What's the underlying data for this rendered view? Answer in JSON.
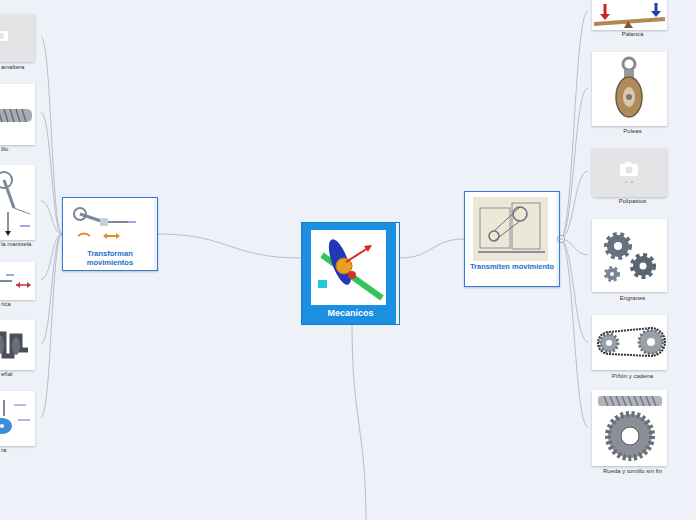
{
  "diagram": {
    "nodes": [
      {
        "text": [
          "Mecanicos"
        ]
      },
      {
        "text": [
          "Transforman movimientos"
        ]
      },
      {
        "text": [
          "Transmiten movimiento"
        ]
      },
      {
        "text": [
          "Palanca"
        ]
      },
      {
        "text": [
          "Poleas"
        ]
      },
      {
        "text": [
          "Polipastos"
        ]
      },
      {
        "text": [
          "Engranes"
        ]
      },
      {
        "text": [
          "Piñón y cadena"
        ]
      },
      {
        "text": [
          "Rueda y tornillo sin fin"
        ]
      },
      {
        "text": [
          "amaltera"
        ]
      },
      {
        "text": [
          "illo"
        ]
      },
      {
        "text": [
          "la manivela"
        ]
      },
      {
        "text": [
          "rica"
        ]
      },
      {
        "text": [
          "eñal"
        ]
      },
      {
        "text": [
          "ra"
        ]
      }
    ],
    "edges": [
      {
        "from": 0,
        "to": 1,
        "arrow": "none"
      },
      {
        "from": 0,
        "to": 2,
        "arrow": "none"
      },
      {
        "from": 2,
        "to": 3,
        "arrow": "none"
      },
      {
        "from": 2,
        "to": 4,
        "arrow": "none"
      },
      {
        "from": 2,
        "to": 5,
        "arrow": "none"
      },
      {
        "from": 2,
        "to": 6,
        "arrow": "none"
      },
      {
        "from": 2,
        "to": 7,
        "arrow": "none"
      },
      {
        "from": 2,
        "to": 8,
        "arrow": "none"
      },
      {
        "from": 1,
        "to": 9,
        "arrow": "none"
      },
      {
        "from": 1,
        "to": 10,
        "arrow": "none"
      },
      {
        "from": 1,
        "to": 11,
        "arrow": "none"
      },
      {
        "from": 1,
        "to": 12,
        "arrow": "none"
      },
      {
        "from": 1,
        "to": 13,
        "arrow": "none"
      },
      {
        "from": 1,
        "to": 14,
        "arrow": "none"
      }
    ]
  }
}
